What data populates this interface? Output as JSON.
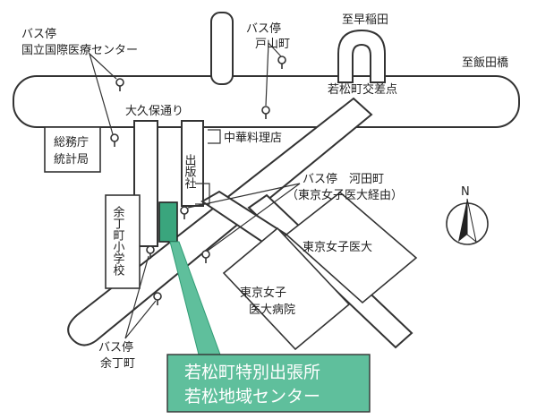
{
  "labels": {
    "busstop_kokuritsu_1": "バス停",
    "busstop_kokuritsu_2": "国立国際医療センター",
    "busstop_toyama_1": "バス停",
    "busstop_toyama_2": "戸山町",
    "to_waseda": "至早稲田",
    "to_iidabashi": "至飯田橋",
    "wakamatsucho_crossing": "若松町交差点",
    "okubo_dori": "大久保通り",
    "somucho_1": "総務庁",
    "somucho_2": "統計局",
    "chuka": "中華料理店",
    "shuppansha": "出版社",
    "busstop_kawada_1": "バス停　河田町",
    "busstop_kawada_2": "（東京女子医大経由）",
    "yochomachi_school": "余丁町小学校",
    "twmu": "東京女子医大",
    "twmu_hospital_1": "東京女子",
    "twmu_hospital_2": "医大病院",
    "busstop_yocho_1": "バス停",
    "busstop_yocho_2": "余丁町",
    "north": "N"
  },
  "facility": {
    "line1": "若松町特別出張所",
    "line2": "若松地域センター"
  },
  "colors": {
    "facility_fill": "#5fbf9c",
    "highlight": "#2f9c74",
    "ink": "#333333"
  }
}
